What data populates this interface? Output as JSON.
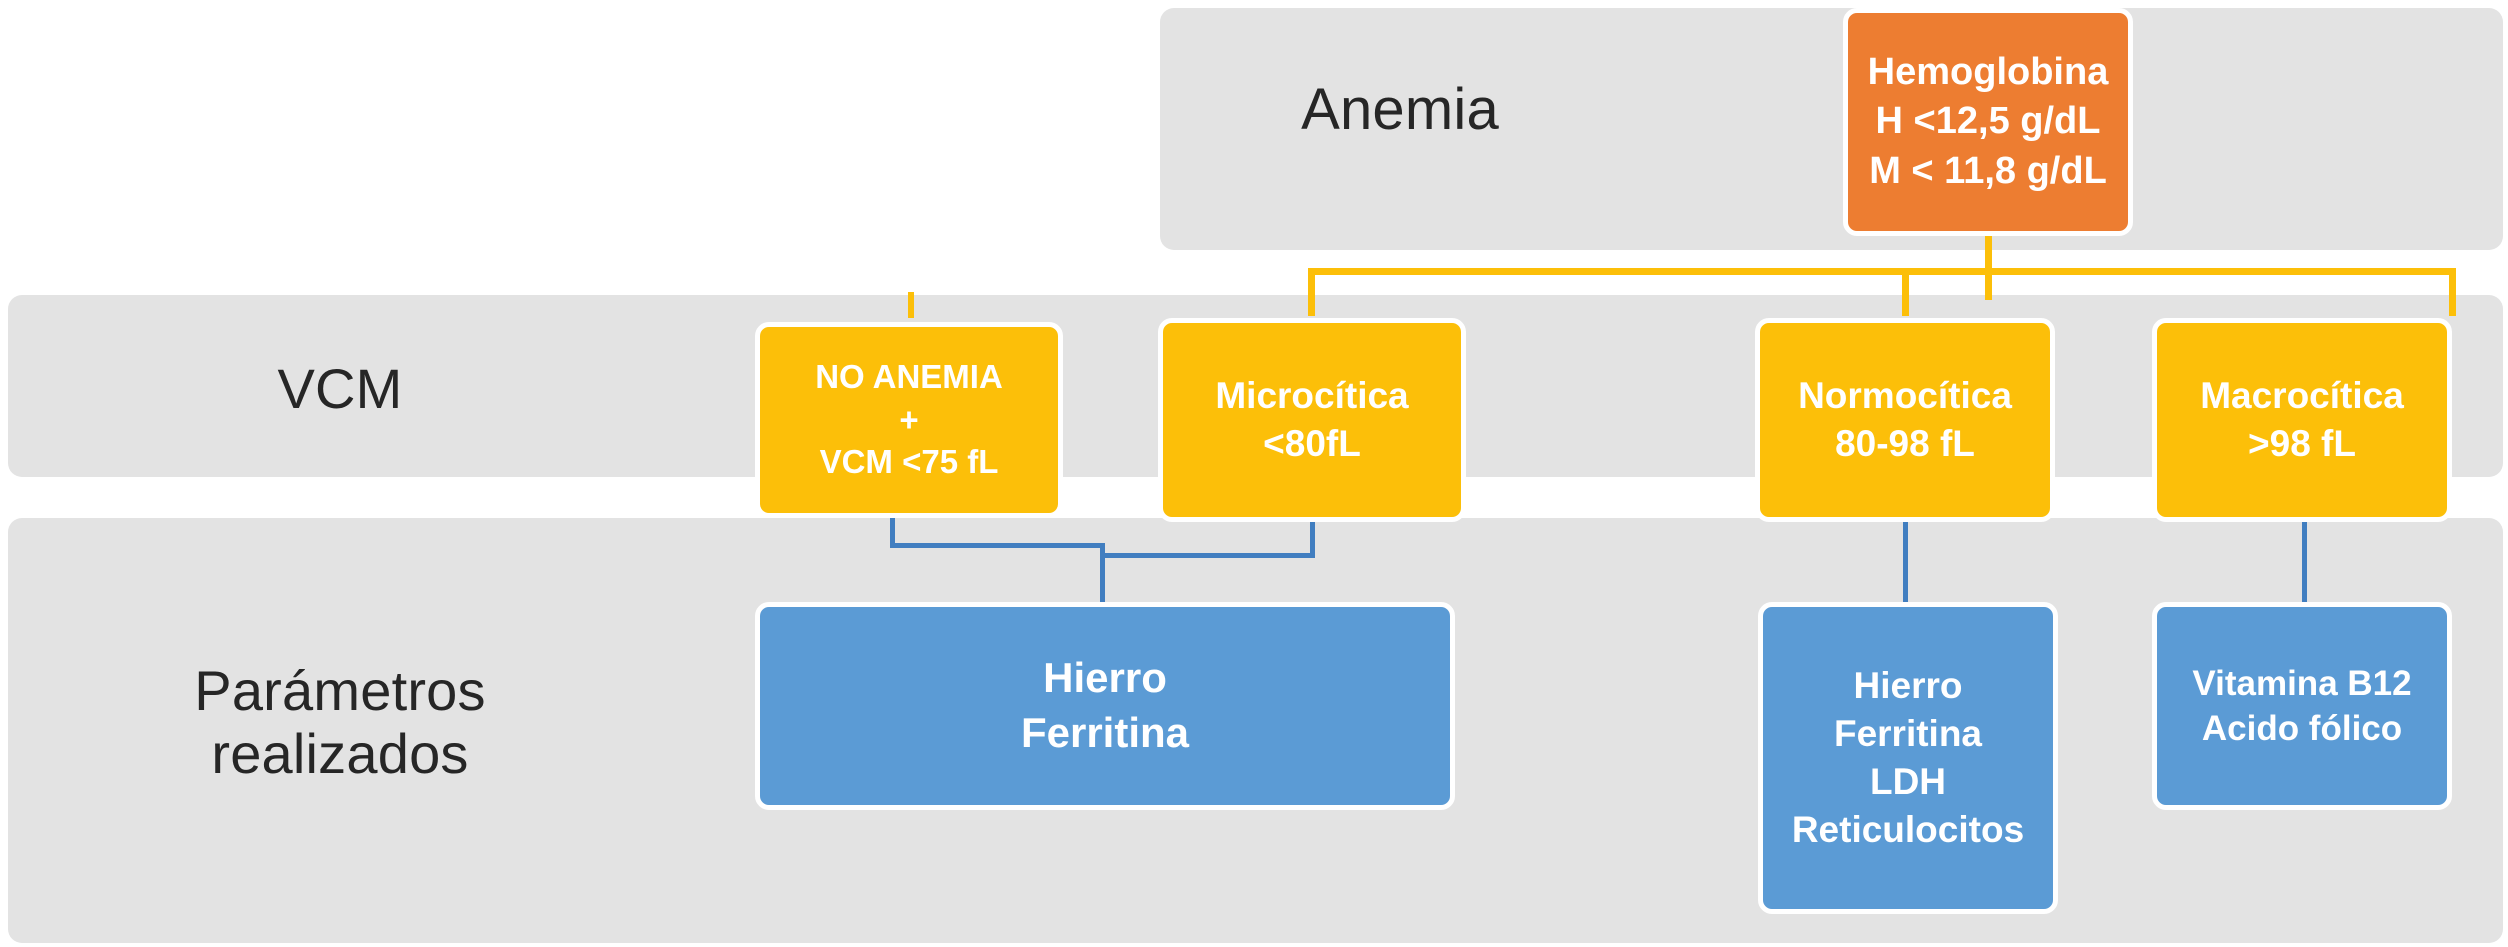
{
  "diagram": {
    "title": "Anemia",
    "rows": [
      {
        "id": "anemia",
        "label": "Anemia"
      },
      {
        "id": "vcm",
        "label": "VCM"
      },
      {
        "id": "parametros",
        "label": "Parámetros\nrealizados"
      }
    ],
    "colors": {
      "band": "#e3e3e3",
      "orange": "#ed7d31",
      "yellow": "#fcbf09",
      "blue": "#5b9bd5",
      "connector_yellow": "#fcbf09",
      "connector_blue": "#417ec0",
      "text_dark": "#262626",
      "text_light": "#ffffff"
    },
    "nodes": {
      "hemoglobina": {
        "lines": [
          "Hemoglobina",
          "H <12,5 g/dL",
          "M < 11,8 g/dL"
        ]
      },
      "no_anemia": {
        "lines": [
          "NO ANEMIA",
          "+",
          "VCM <75 fL"
        ]
      },
      "microcitica": {
        "lines": [
          "Microcítica",
          "<80fL"
        ]
      },
      "normocitica": {
        "lines": [
          "Normocítica",
          "80-98 fL"
        ]
      },
      "macrocitica": {
        "lines": [
          "Macrocítica",
          ">98 fL"
        ]
      },
      "params_micro": {
        "lines": [
          "Hierro",
          "Ferritina"
        ]
      },
      "params_normo": {
        "lines": [
          "Hierro",
          "Ferritina",
          "LDH",
          "Reticulocitos"
        ]
      },
      "params_macro": {
        "lines": [
          "Vitamina B12",
          "Acido fólico"
        ]
      }
    }
  }
}
